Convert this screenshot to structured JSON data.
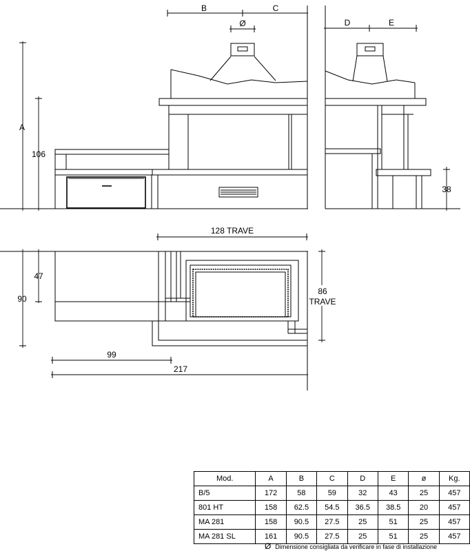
{
  "front_view": {
    "labels": {
      "B": "B",
      "C": "C",
      "diameter": "Ø",
      "A": "A",
      "h106": "106"
    }
  },
  "side_view": {
    "labels": {
      "D": "D",
      "E": "E",
      "h38": "38"
    }
  },
  "plan_view": {
    "labels": {
      "trave_width": "128  TRAVE",
      "d47": "47",
      "d90": "90",
      "d86": "86",
      "trave": "TRAVE",
      "w99": "99",
      "w217": "217"
    }
  },
  "table": {
    "headers": [
      "Mod.",
      "A",
      "B",
      "C",
      "D",
      "E",
      "ø",
      "Kg."
    ],
    "rows": [
      [
        "B/5",
        "172",
        "58",
        "59",
        "32",
        "43",
        "25",
        "457"
      ],
      [
        "801  HT",
        "158",
        "62.5",
        "54.5",
        "36.5",
        "38.5",
        "20",
        "457"
      ],
      [
        "MA  281",
        "158",
        "90.5",
        "27.5",
        "25",
        "51",
        "25",
        "457"
      ],
      [
        "MA  281  SL",
        "161",
        "90.5",
        "27.5",
        "25",
        "51",
        "25",
        "457"
      ]
    ]
  },
  "footnote": {
    "symbol": "Ø",
    "text": "Dimensione consigliata da verificare in fase di installazione"
  }
}
